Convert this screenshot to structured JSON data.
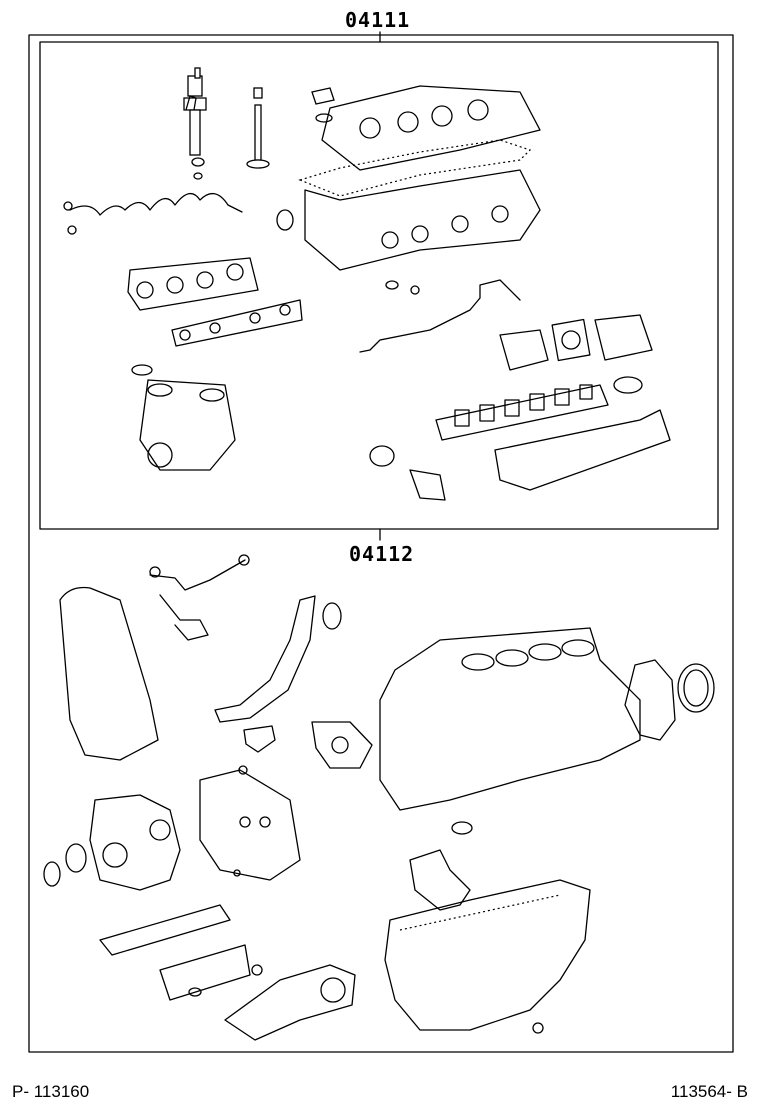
{
  "diagram": {
    "kit_upper_code": "04111",
    "kit_lower_code": "04112"
  },
  "footer": {
    "left_code": "P- 113160",
    "right_code": "113564- B"
  }
}
